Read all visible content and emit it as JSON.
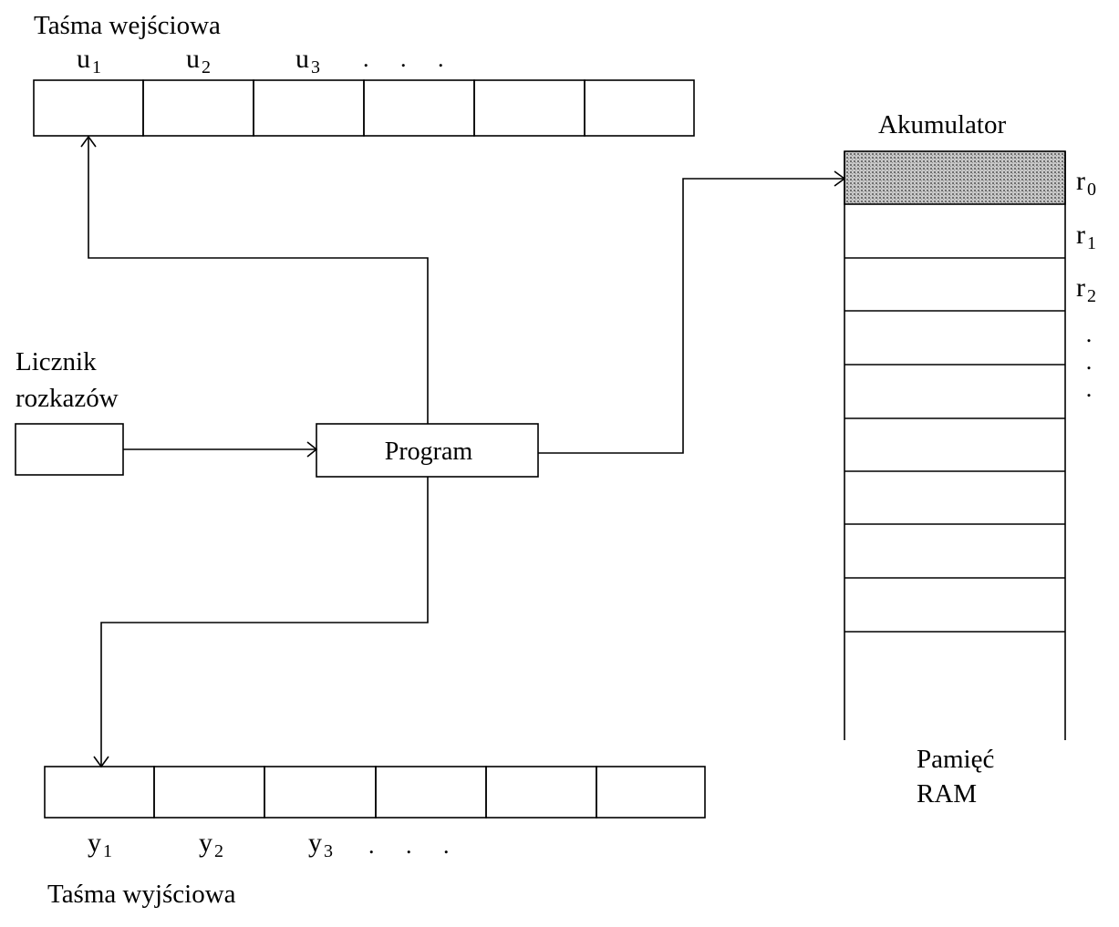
{
  "input_tape": {
    "title": "Taśma wejściowa",
    "symbols": [
      {
        "base": "u",
        "sub": "1"
      },
      {
        "base": "u",
        "sub": "2"
      },
      {
        "base": "u",
        "sub": "3"
      }
    ],
    "ellipsis": ". . ."
  },
  "output_tape": {
    "title": "Taśma wyjściowa",
    "symbols": [
      {
        "base": "y",
        "sub": "1"
      },
      {
        "base": "y",
        "sub": "2"
      },
      {
        "base": "y",
        "sub": "3"
      }
    ],
    "ellipsis": ". . ."
  },
  "counter": {
    "line1": "Licznik",
    "line2": "rozkazów"
  },
  "program": {
    "label": "Program"
  },
  "memory": {
    "accumulator_label": "Akumulator",
    "registers": [
      {
        "base": "r",
        "sub": "0"
      },
      {
        "base": "r",
        "sub": "1"
      },
      {
        "base": "r",
        "sub": "2"
      }
    ],
    "vertical_dots": ".",
    "title_line1": "Pamięć",
    "title_line2": "RAM"
  },
  "colors": {
    "line": "#000000",
    "accumulator_fill": "#9a9a9a"
  }
}
